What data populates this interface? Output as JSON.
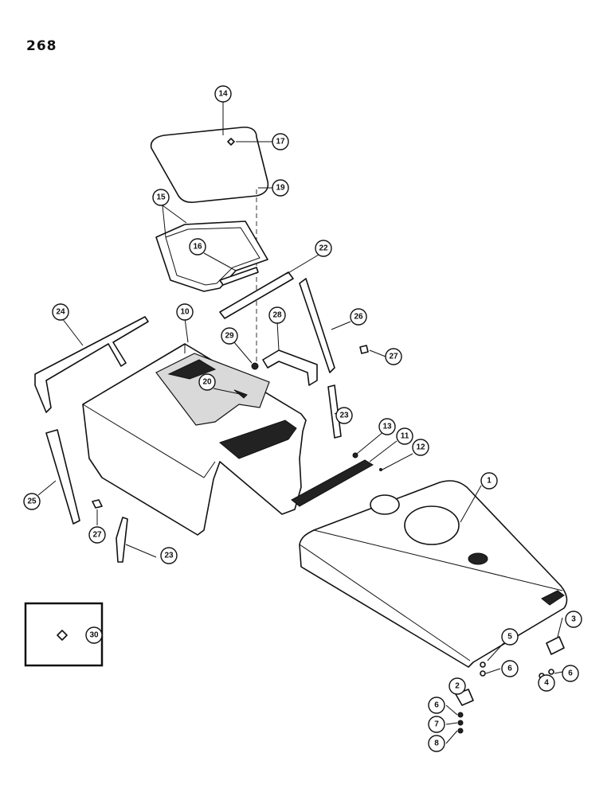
{
  "page": {
    "number": "268"
  },
  "callouts": [
    {
      "label": "14"
    },
    {
      "label": "17"
    },
    {
      "label": "19"
    },
    {
      "label": "15"
    },
    {
      "label": "16"
    },
    {
      "label": "22"
    },
    {
      "label": "24"
    },
    {
      "label": "10"
    },
    {
      "label": "28"
    },
    {
      "label": "26"
    },
    {
      "label": "29"
    },
    {
      "label": "27"
    },
    {
      "label": "20"
    },
    {
      "label": "23"
    },
    {
      "label": "13"
    },
    {
      "label": "11"
    },
    {
      "label": "12"
    },
    {
      "label": "1"
    },
    {
      "label": "25"
    },
    {
      "label": "27"
    },
    {
      "label": "23"
    },
    {
      "label": "3"
    },
    {
      "label": "5"
    },
    {
      "label": "30"
    },
    {
      "label": "6"
    },
    {
      "label": "4"
    },
    {
      "label": "6"
    },
    {
      "label": "2"
    },
    {
      "label": "6"
    },
    {
      "label": "7"
    },
    {
      "label": "8"
    }
  ]
}
